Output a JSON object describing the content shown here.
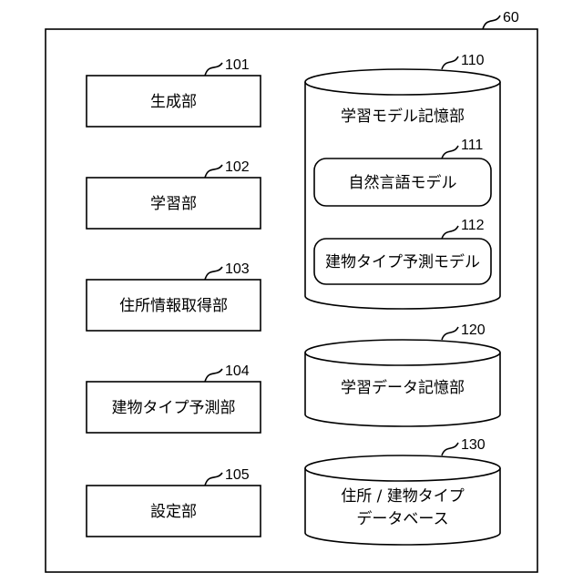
{
  "frame": {
    "ref": "60"
  },
  "units": [
    {
      "ref": "101",
      "label": "生成部"
    },
    {
      "ref": "102",
      "label": "学習部"
    },
    {
      "ref": "103",
      "label": "住所情報取得部"
    },
    {
      "ref": "104",
      "label": "建物タイプ予測部"
    },
    {
      "ref": "105",
      "label": "設定部"
    }
  ],
  "model_store": {
    "ref": "110",
    "label": "学習モデル記憶部",
    "models": [
      {
        "ref": "111",
        "label": "自然言語モデル"
      },
      {
        "ref": "112",
        "label": "建物タイプ予測モデル"
      }
    ]
  },
  "training_store": {
    "ref": "120",
    "label": "学習データ記憶部"
  },
  "address_db": {
    "ref": "130",
    "label_line1": "住所 / 建物タイプ",
    "label_line2": "データベース"
  }
}
